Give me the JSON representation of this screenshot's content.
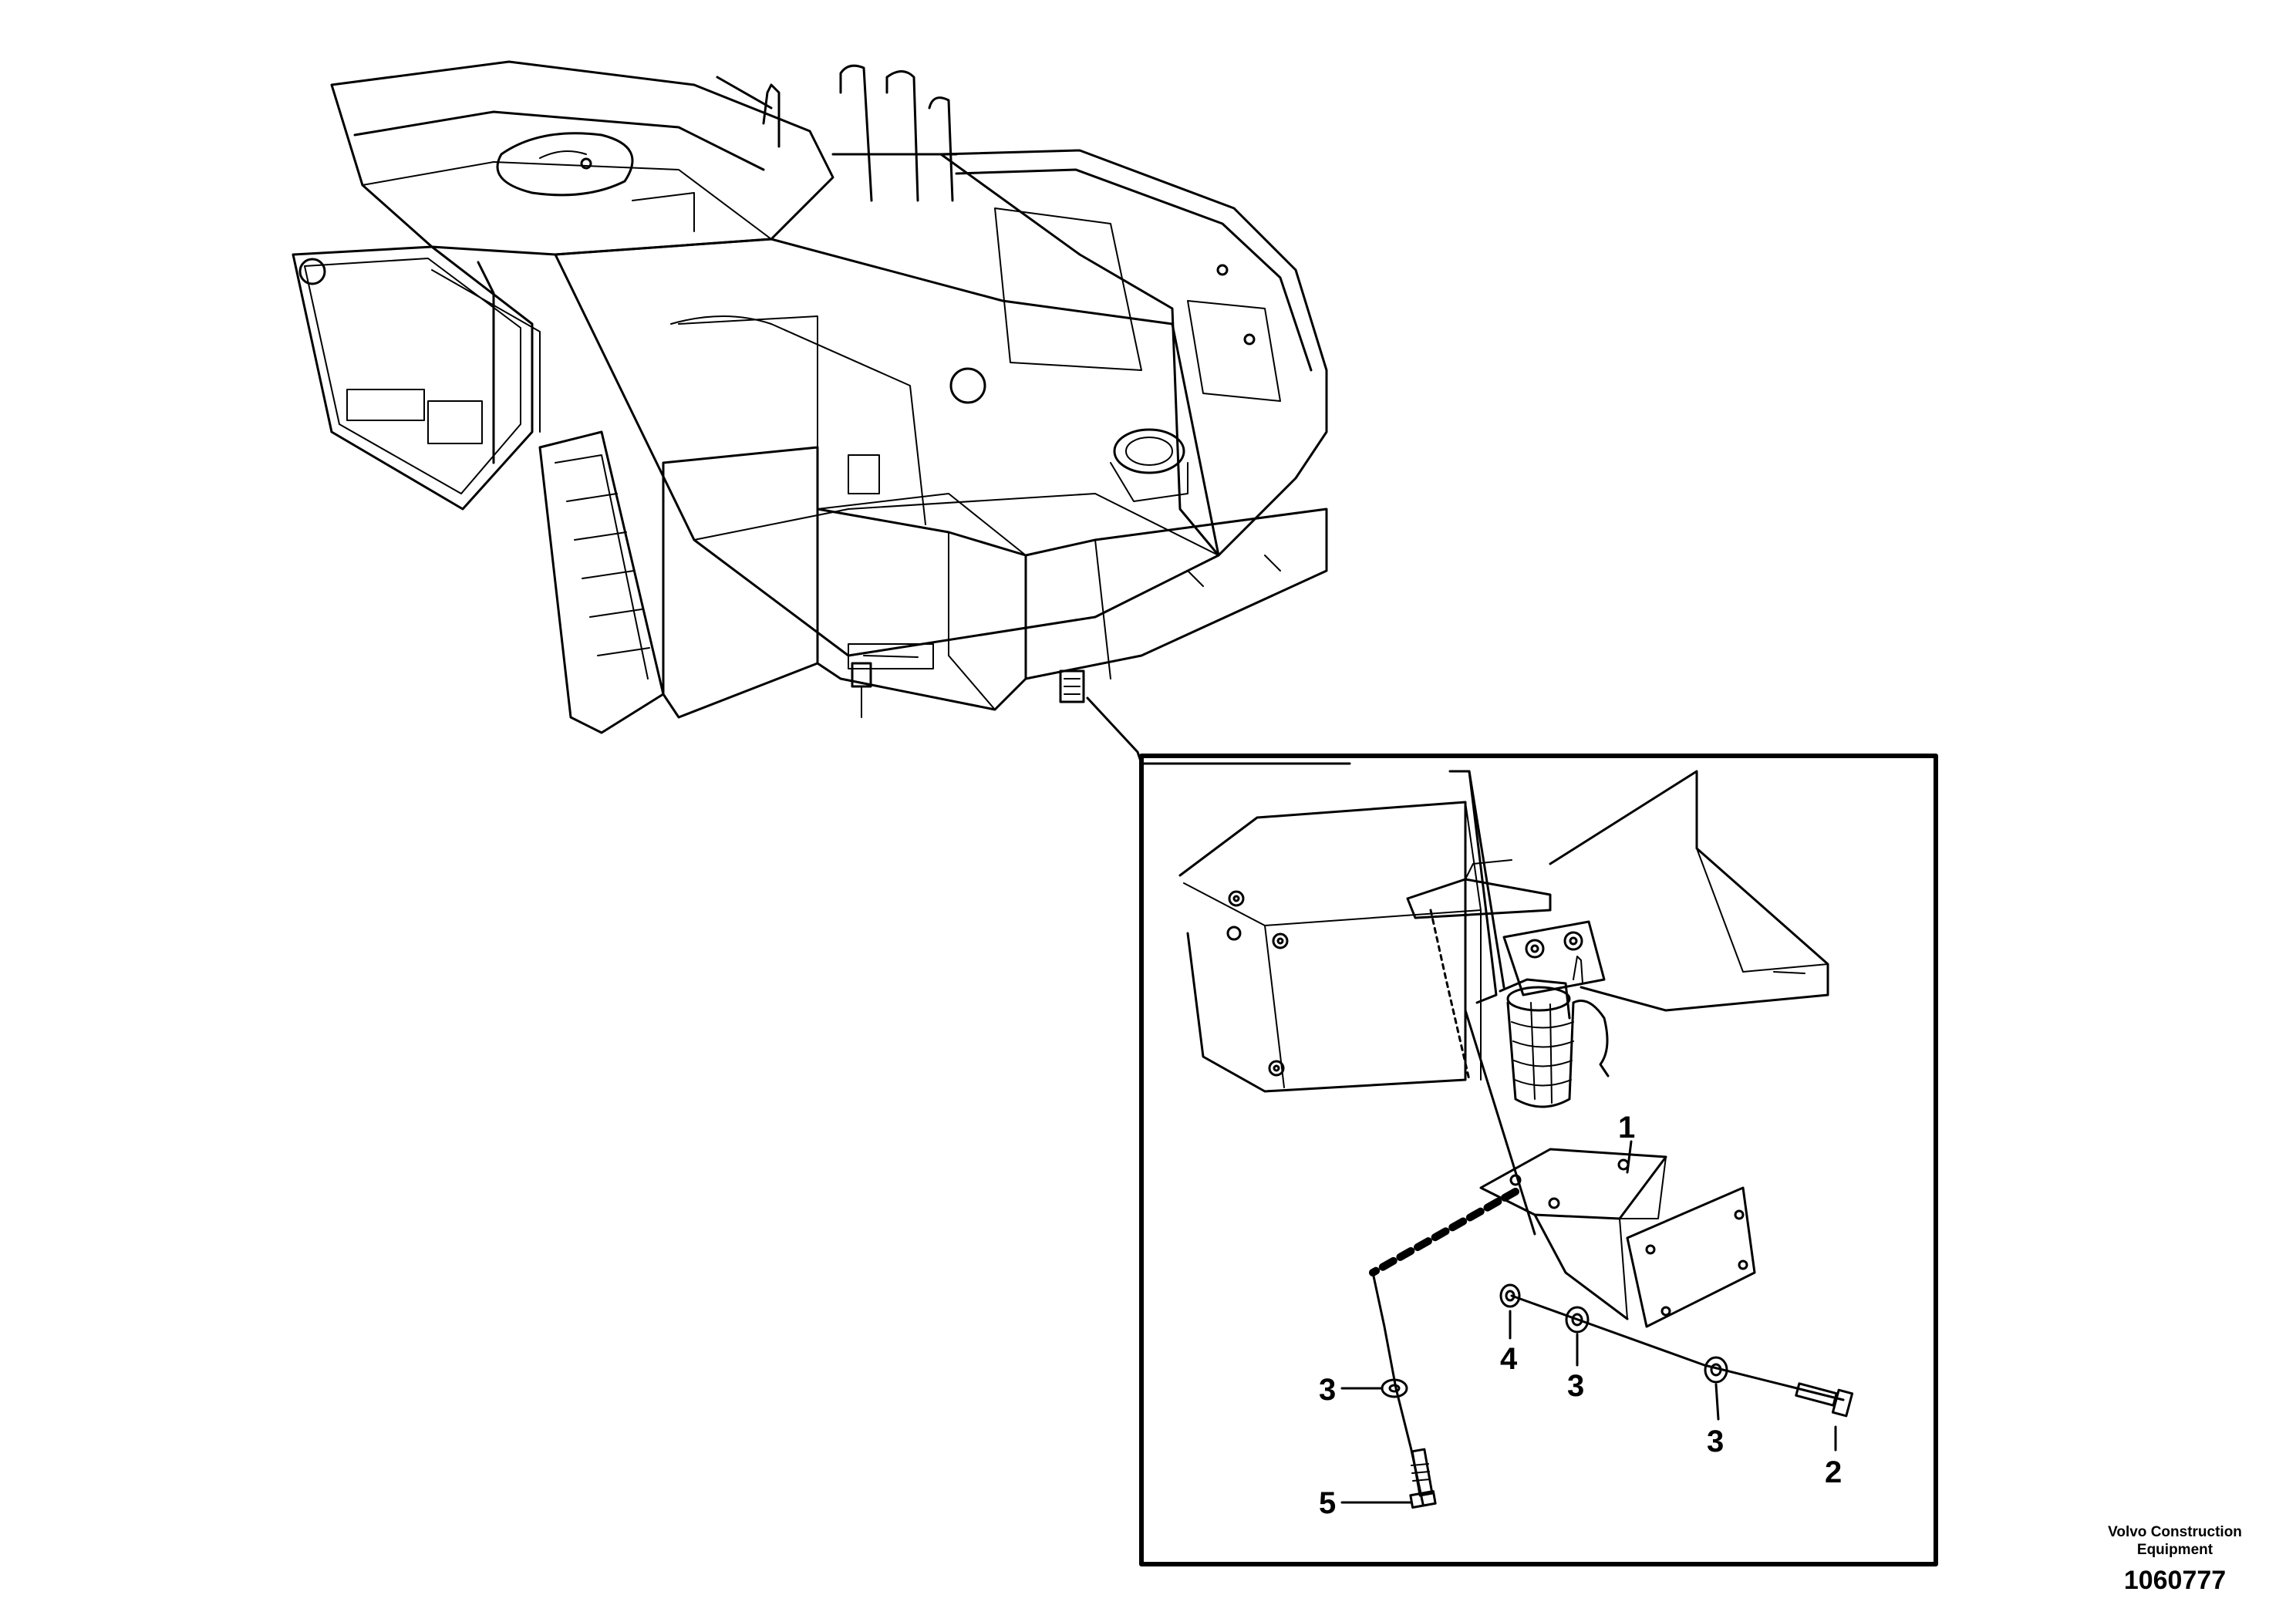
{
  "brand": {
    "line1": "Volvo Construction",
    "line2": "Equipment"
  },
  "document_number": "1060777",
  "callouts": {
    "item1": "1",
    "item2": "2",
    "item3a": "3",
    "item3b": "3",
    "item3c": "3",
    "item4": "4",
    "item5": "5"
  }
}
